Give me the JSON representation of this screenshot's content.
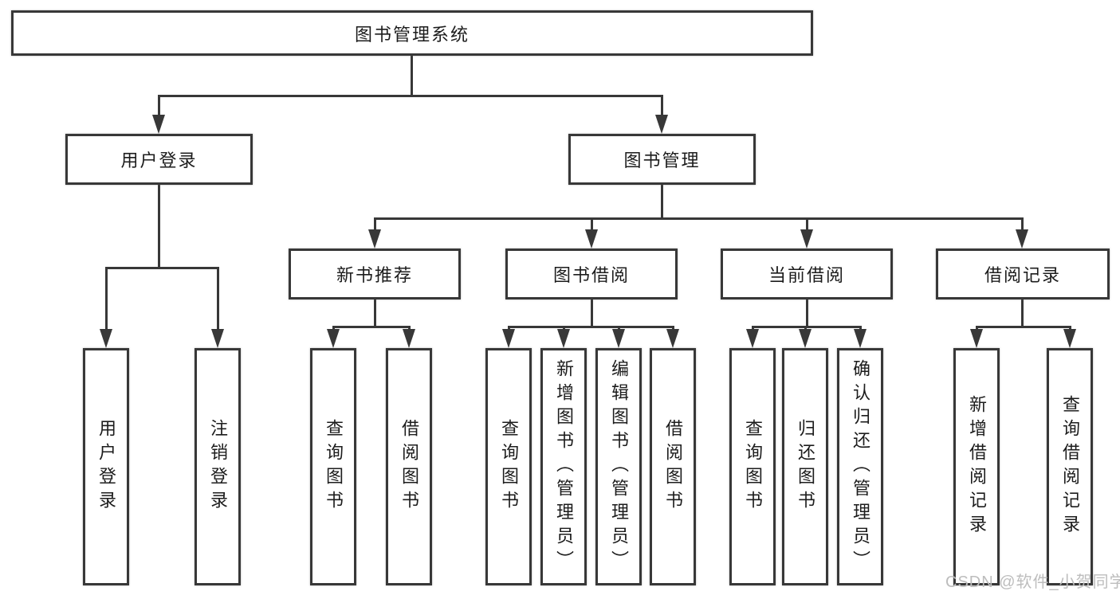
{
  "tree": {
    "label": "图书管理系统",
    "children": [
      {
        "label": "用户登录",
        "children": [
          {
            "label": "用户登录"
          },
          {
            "label": "注销登录"
          }
        ]
      },
      {
        "label": "图书管理",
        "children": [
          {
            "label": "新书推荐",
            "children": [
              {
                "label": "查询图书"
              },
              {
                "label": "借阅图书"
              }
            ]
          },
          {
            "label": "图书借阅",
            "children": [
              {
                "label": "查询图书"
              },
              {
                "label": "新增图书（管理员）"
              },
              {
                "label": "编辑图书（管理员）"
              },
              {
                "label": "借阅图书"
              }
            ]
          },
          {
            "label": "当前借阅",
            "children": [
              {
                "label": "查询图书"
              },
              {
                "label": "归还图书"
              },
              {
                "label": "确认归还（管理员）"
              }
            ]
          },
          {
            "label": "借阅记录",
            "children": [
              {
                "label": "新增借阅记录"
              },
              {
                "label": "查询借阅记录"
              }
            ]
          }
        ]
      }
    ]
  },
  "watermark": "CSDN @软件_小贺同学",
  "colors": {
    "line": "#383838",
    "text": "#1c1c1c",
    "watermark": "#bdbdbd",
    "background": "#ffffff"
  }
}
